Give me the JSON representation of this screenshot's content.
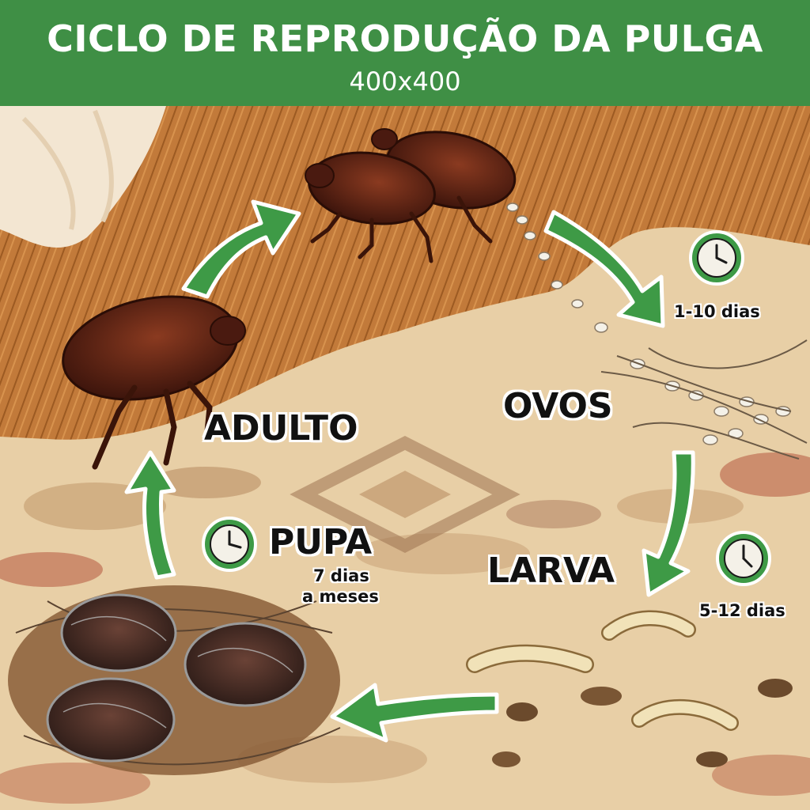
{
  "header": {
    "title": "CICLO DE REPRODUÇÃO DA PULGA",
    "subtitle": "400x400"
  },
  "stages": {
    "ovos": {
      "label": "OVOS",
      "duration": "1-10 dias"
    },
    "larva": {
      "label": "LARVA",
      "duration": "5-12 dias"
    },
    "pupa": {
      "label": "PUPA",
      "duration_line1": "7 dias",
      "duration_line2": "a meses"
    },
    "adulto": {
      "label": "ADULTO"
    }
  },
  "colors": {
    "header_green": "#3f8f45",
    "arrow_green": "#3e9a46",
    "fur_orange": "#c27a3a",
    "carpet_beige": "#e8cfa6",
    "flea_brown": "#5a2316"
  },
  "icons": [
    "clock-icon",
    "cycle-arrow",
    "flea",
    "egg",
    "larva",
    "cocoon"
  ]
}
